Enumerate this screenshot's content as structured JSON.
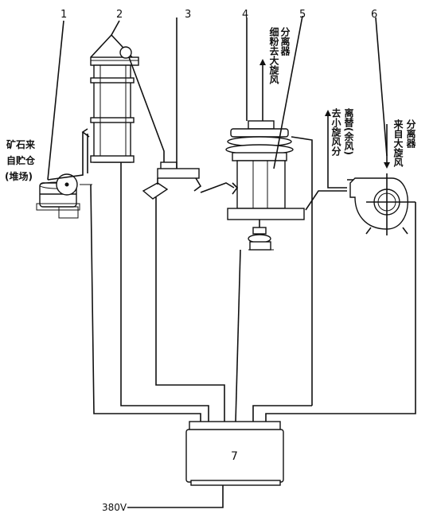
{
  "labels": {
    "n1": "1",
    "n2": "2",
    "n3": "3",
    "n4": "4",
    "n5": "5",
    "n6": "6",
    "n7": "7",
    "ore_col1": "矿石来",
    "ore_col2": "自贮仓",
    "ore_col3": "(堆场)",
    "fine_col1": "分离器",
    "fine_col2": "细粉去大旋风",
    "small_col1": "离替(余风)",
    "small_col2": "去小旋风分",
    "big_col1": "分离器",
    "big_col2": "来自大旋风",
    "voltage": "380V"
  }
}
